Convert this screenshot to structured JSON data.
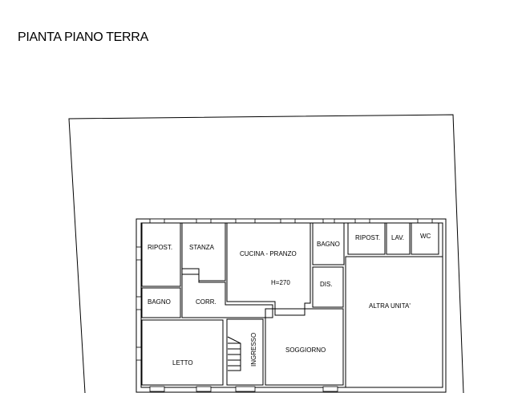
{
  "title": "PIANTA PIANO TERRA",
  "rooms": {
    "ripost_left": "RIPOST.",
    "stanza": "STANZA",
    "cucina": "CUCINA - PRANZO",
    "height": "H=270",
    "bagno_right": "BAGNO",
    "dis": "DIS.",
    "ripost_right": "RIPOST.",
    "lav": "LAV.",
    "wc": "WC",
    "altra": "ALTRA UNITA'",
    "bagno_left": "BAGNO",
    "corr": "CORR.",
    "letto": "LETTO",
    "ingresso": "INGRESSO",
    "soggiorno": "SOGGIORNO"
  }
}
